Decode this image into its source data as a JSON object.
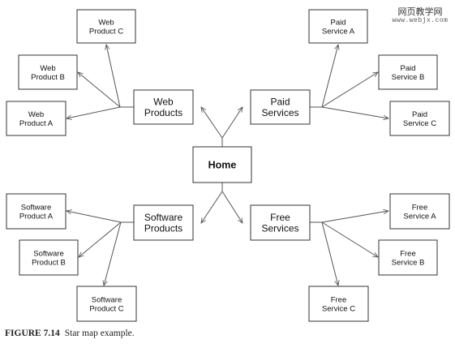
{
  "watermark": {
    "main": "网页教学网",
    "sub": "www.webjx.com"
  },
  "caption": {
    "label": "FIGURE 7.14",
    "text": "Star map example."
  },
  "diagram": {
    "home": [
      "Home"
    ],
    "web_products": [
      "Web",
      "Products"
    ],
    "paid_services": [
      "Paid",
      "Services"
    ],
    "software_products": [
      "Software",
      "Products"
    ],
    "free_services": [
      "Free",
      "Services"
    ],
    "web_product_a": [
      "Web",
      "Product A"
    ],
    "web_product_b": [
      "Web",
      "Product B"
    ],
    "web_product_c": [
      "Web",
      "Product C"
    ],
    "paid_service_a": [
      "Paid",
      "Service A"
    ],
    "paid_service_b": [
      "Paid",
      "Service B"
    ],
    "paid_service_c": [
      "Paid",
      "Service C"
    ],
    "software_product_a": [
      "Software",
      "Product A"
    ],
    "software_product_b": [
      "Software",
      "Product B"
    ],
    "software_product_c": [
      "Software",
      "Product C"
    ],
    "free_service_a": [
      "Free",
      "Service A"
    ],
    "free_service_b": [
      "Free",
      "Service B"
    ],
    "free_service_c": [
      "Free",
      "Service C"
    ]
  }
}
